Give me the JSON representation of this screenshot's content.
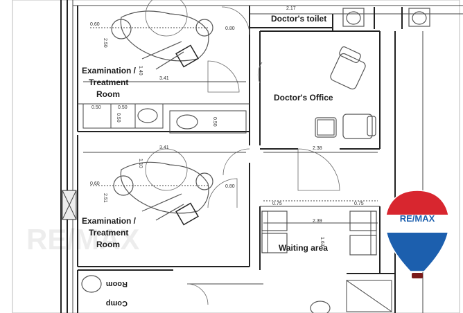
{
  "rooms": {
    "doctors_toilet": "Doctor's toilet",
    "doctors_office": "Doctor's Office",
    "exam_room_1": [
      "Examination /",
      "Treatment",
      "Room"
    ],
    "exam_room_2": [
      "Examination /",
      "Treatment",
      "Room"
    ],
    "waiting_area": "Waiting area",
    "comp_room": [
      "Comp",
      "Room"
    ]
  },
  "dimensions": {
    "d_217": "2.17",
    "d_060_top": "0.60",
    "d_080_top": "0.80",
    "d_250": "2.50",
    "d_140": "1.40",
    "d_341_top": "3.41",
    "d_050_a": "0.50",
    "d_050_b": "0.50",
    "d_050_c": "0.50",
    "d_050_d": "0.50",
    "d_341_mid": "3.41",
    "d_110": "1.10",
    "d_060_mid": "0.60",
    "d_080_mid": "0.80",
    "d_251": "2.51",
    "d_238": "2.38",
    "d_075_a": "0.75",
    "d_075_b": "0.75",
    "d_239": "2.39",
    "d_163": "1.63"
  },
  "logo": {
    "brand": "RE/MAX",
    "colors": {
      "red": "#d8262f",
      "blue": "#1c5fae",
      "white": "#ffffff"
    }
  },
  "watermark": "RE/MAX"
}
